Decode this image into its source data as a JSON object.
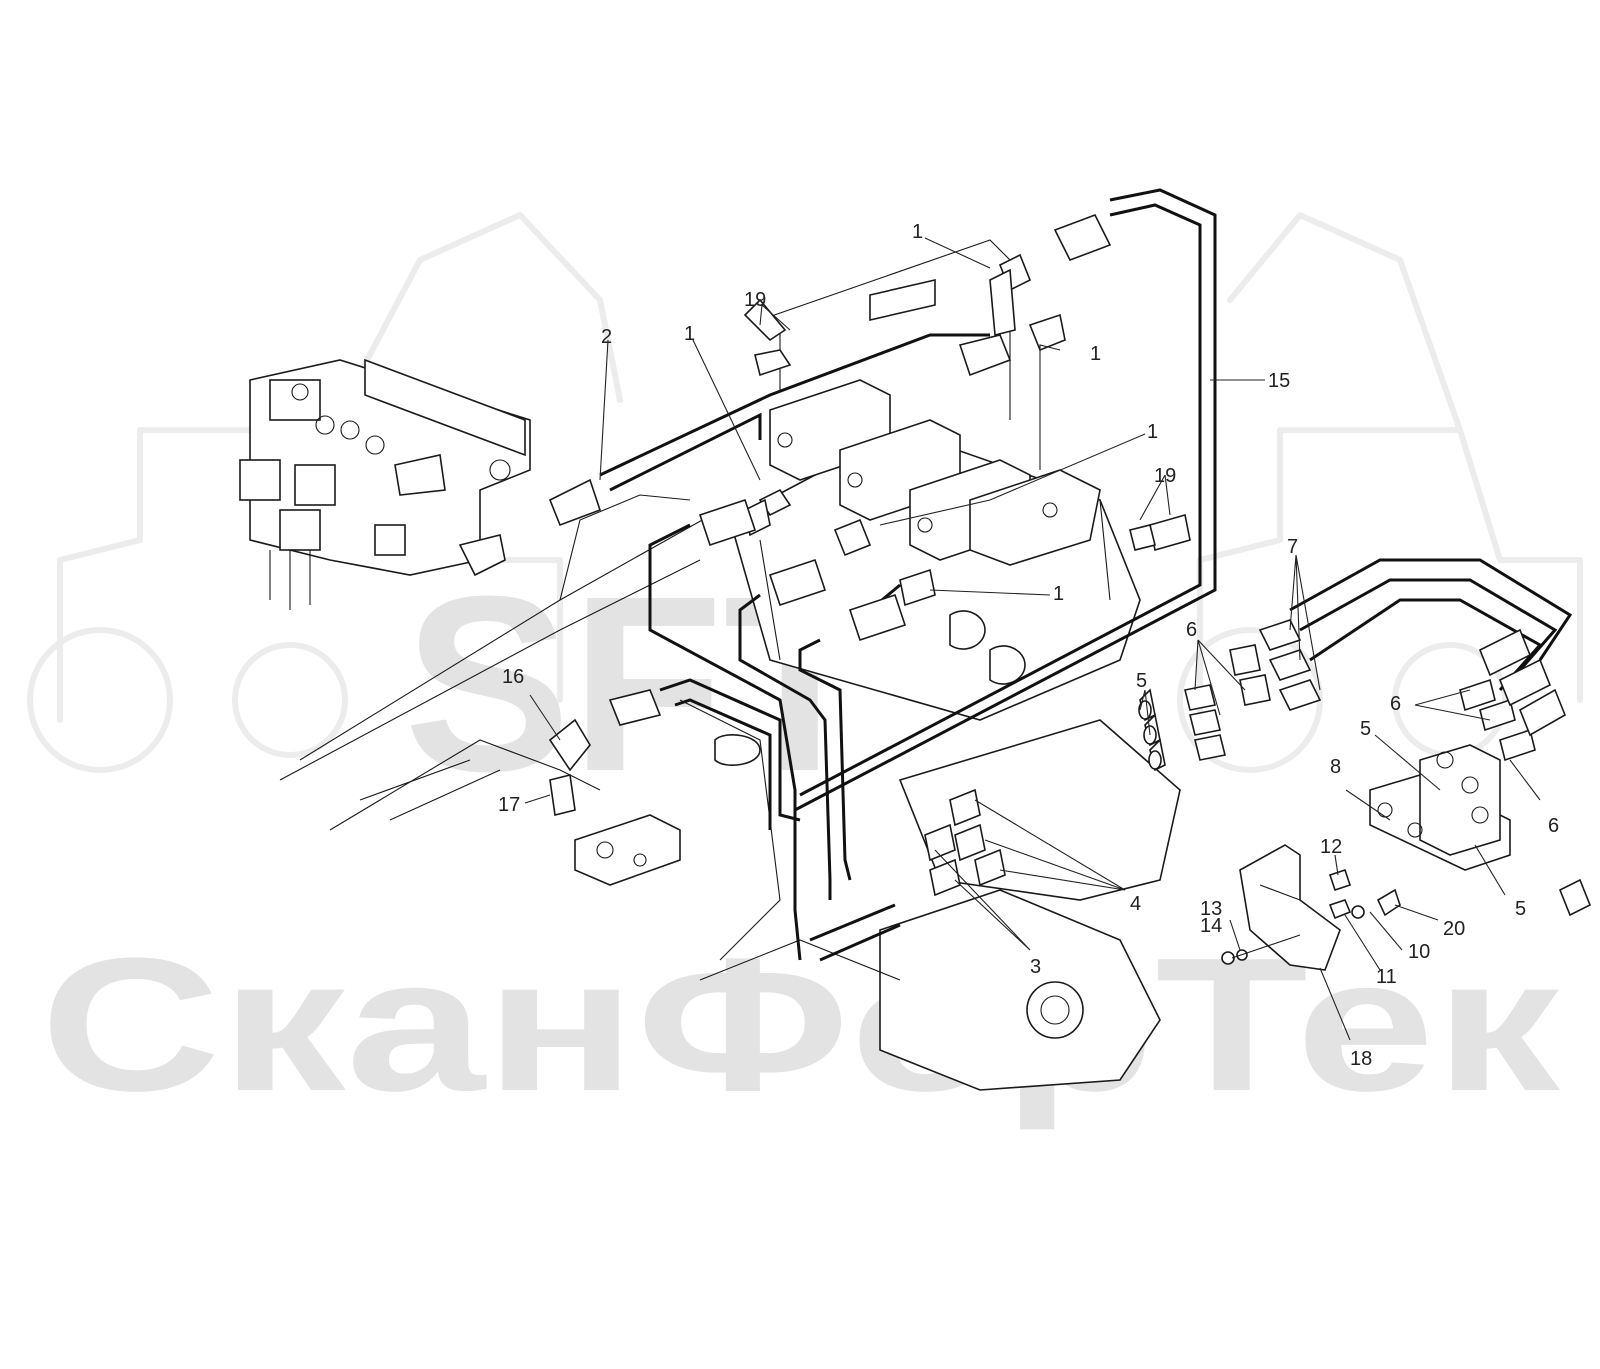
{
  "watermark": {
    "logo_text": "SFT",
    "brand_text": "СканФорТек",
    "color": "#e3e3e3"
  },
  "callouts": [
    {
      "id": "c1a",
      "text": "1"
    },
    {
      "id": "c1b",
      "text": "1"
    },
    {
      "id": "c1c",
      "text": "1"
    },
    {
      "id": "c1d",
      "text": "1"
    },
    {
      "id": "c1e",
      "text": "1"
    },
    {
      "id": "c2",
      "text": "2"
    },
    {
      "id": "c19a",
      "text": "19"
    },
    {
      "id": "c19b",
      "text": "19"
    },
    {
      "id": "c15",
      "text": "15"
    },
    {
      "id": "c7",
      "text": "7"
    },
    {
      "id": "c6a",
      "text": "6"
    },
    {
      "id": "c6b",
      "text": "6"
    },
    {
      "id": "c6c",
      "text": "6"
    },
    {
      "id": "c5a",
      "text": "5"
    },
    {
      "id": "c5b",
      "text": "5"
    },
    {
      "id": "c5c",
      "text": "5"
    },
    {
      "id": "c8",
      "text": "8"
    },
    {
      "id": "c16",
      "text": "16"
    },
    {
      "id": "c17",
      "text": "17"
    },
    {
      "id": "c4",
      "text": "4"
    },
    {
      "id": "c3",
      "text": "3"
    },
    {
      "id": "c12",
      "text": "12"
    },
    {
      "id": "c13",
      "text": "13"
    },
    {
      "id": "c14",
      "text": "14"
    },
    {
      "id": "c20",
      "text": "20"
    },
    {
      "id": "c10",
      "text": "10"
    },
    {
      "id": "c11",
      "text": "11"
    },
    {
      "id": "c18",
      "text": "18"
    }
  ]
}
